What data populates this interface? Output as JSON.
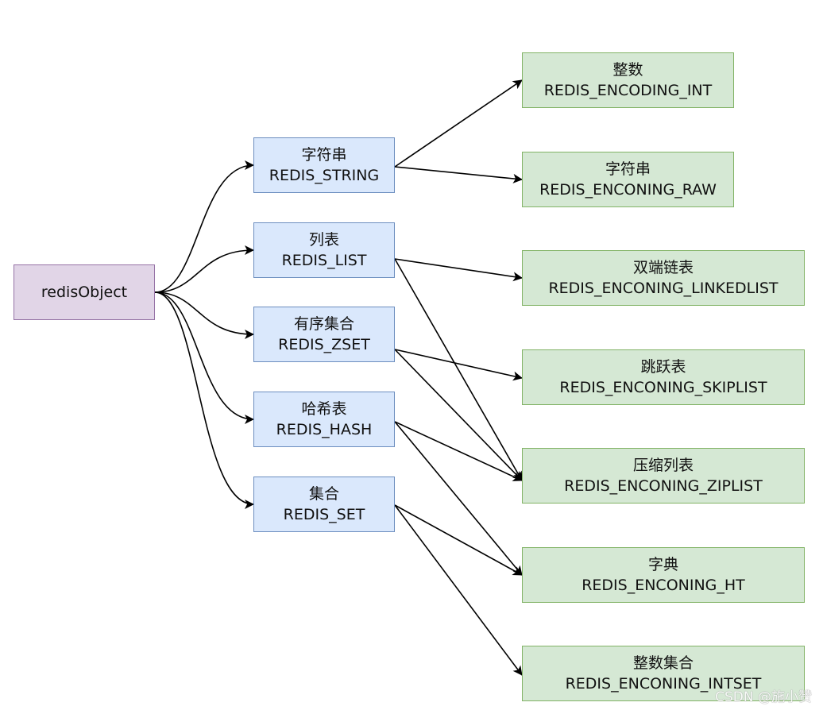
{
  "root": {
    "label": "redisObject"
  },
  "types": [
    {
      "label": "字符串",
      "code": "REDIS_STRING"
    },
    {
      "label": "列表",
      "code": "REDIS_LIST"
    },
    {
      "label": "有序集合",
      "code": "REDIS_ZSET"
    },
    {
      "label": "哈希表",
      "code": "REDIS_HASH"
    },
    {
      "label": "集合",
      "code": "REDIS_SET"
    }
  ],
  "encodings": [
    {
      "label": "整数",
      "code": "REDIS_ENCODING_INT"
    },
    {
      "label": "字符串",
      "code": "REDIS_ENCONING_RAW"
    },
    {
      "label": "双端链表",
      "code": "REDIS_ENCONING_LINKEDLIST"
    },
    {
      "label": "跳跃表",
      "code": "REDIS_ENCONING_SKIPLIST"
    },
    {
      "label": "压缩列表",
      "code": "REDIS_ENCONING_ZIPLIST"
    },
    {
      "label": "字典",
      "code": "REDIS_ENCONING_HT"
    },
    {
      "label": "整数集合",
      "code": "REDIS_ENCONING_INTSET"
    }
  ],
  "type_edges": [
    {
      "from": "types.0",
      "to": [
        "encodings.0",
        "encodings.1"
      ]
    },
    {
      "from": "types.1",
      "to": [
        "encodings.2",
        "encodings.4"
      ]
    },
    {
      "from": "types.2",
      "to": [
        "encodings.3",
        "encodings.4"
      ]
    },
    {
      "from": "types.3",
      "to": [
        "encodings.4",
        "encodings.5"
      ]
    },
    {
      "from": "types.4",
      "to": [
        "encodings.5",
        "encodings.6"
      ]
    }
  ],
  "watermark": "CSDN @施小赞",
  "colors": {
    "root_fill": "#e1d5e7",
    "root_stroke": "#9673a6",
    "type_fill": "#dae8fc",
    "type_stroke": "#6c8ebf",
    "enc_fill": "#d5e8d4",
    "enc_stroke": "#82b366",
    "edge": "#000000"
  }
}
